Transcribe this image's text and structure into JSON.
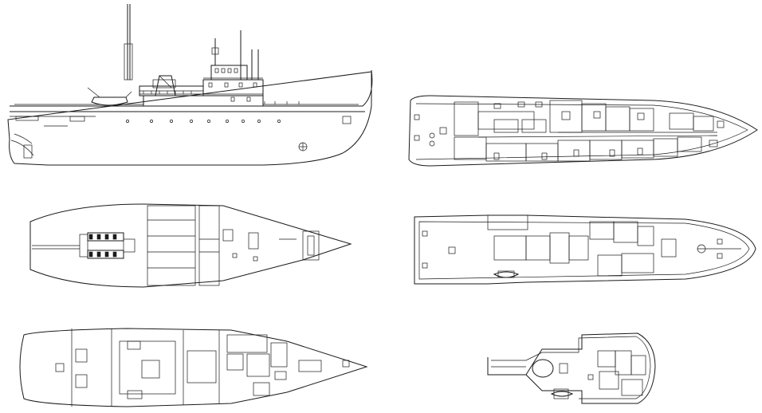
{
  "drawing": {
    "views": [
      {
        "id": "side-elevation"
      },
      {
        "id": "main-deck-plan"
      },
      {
        "id": "lower-deck-plan"
      },
      {
        "id": "upper-deck-plan"
      },
      {
        "id": "tank-deck-plan"
      },
      {
        "id": "bridge-deck-plan"
      }
    ]
  },
  "colors": {
    "line": "#1a1a1a",
    "background": "#ffffff"
  }
}
